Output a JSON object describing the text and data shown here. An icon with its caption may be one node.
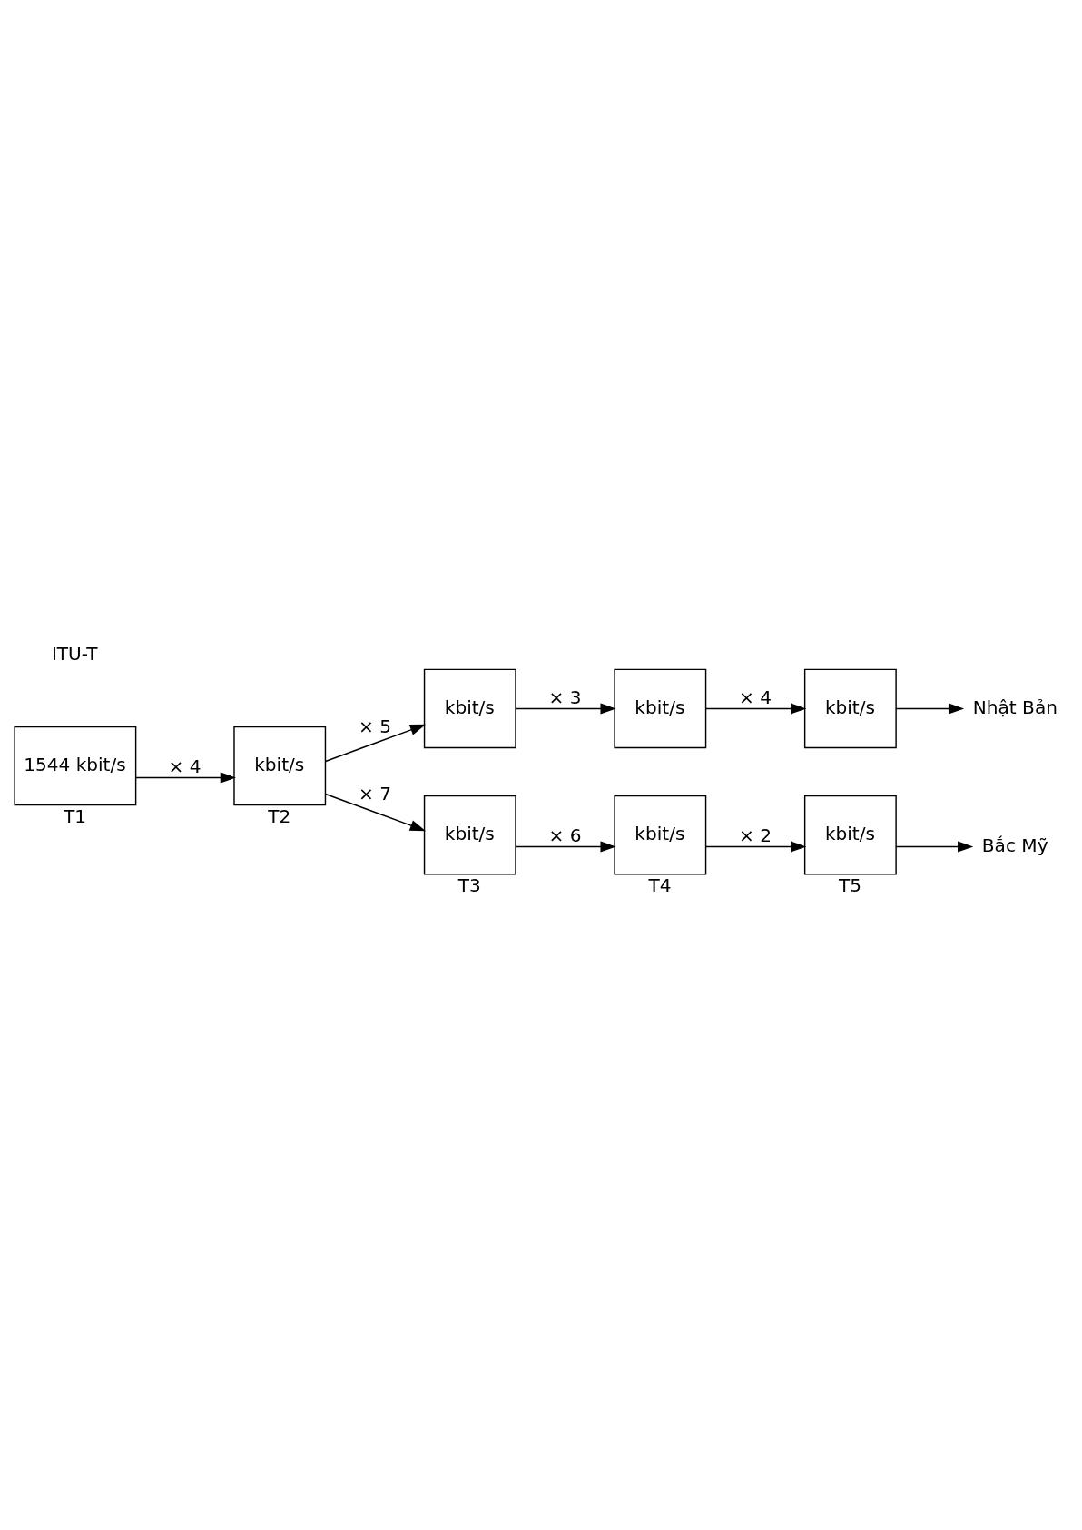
{
  "diagram": {
    "nodes": [
      {
        "text": [
          "1544 kbit/s"
        ],
        "beside": [
          "T1"
        ]
      },
      {
        "text": [
          "kbit/s"
        ],
        "beside": [
          "T2"
        ]
      },
      {
        "text": [
          "kbit/s"
        ]
      },
      {
        "text": [
          "kbit/s"
        ]
      },
      {
        "text": [
          "kbit/s"
        ]
      },
      {
        "text": [
          "Nhật Bản"
        ]
      },
      {
        "text": [
          "kbit/s"
        ],
        "beside": [
          "T3"
        ]
      },
      {
        "text": [
          "kbit/s"
        ],
        "beside": [
          "T4"
        ]
      },
      {
        "text": [
          "kbit/s"
        ],
        "beside": [
          "T5"
        ]
      },
      {
        "text": [
          "Bắc Mỹ"
        ]
      }
    ],
    "edges": [
      {
        "from": 0,
        "to": 1,
        "arrow": "to",
        "label": "× 4"
      },
      {
        "from": 1,
        "to": 2,
        "arrow": "to",
        "label": "× 5"
      },
      {
        "from": 1,
        "to": 6,
        "arrow": "to",
        "label": "× 7"
      },
      {
        "from": 2,
        "to": 3,
        "arrow": "to",
        "label": "× 3"
      },
      {
        "from": 3,
        "to": 4,
        "arrow": "to",
        "label": "× 4"
      },
      {
        "from": 4,
        "to": 5,
        "arrow": "to"
      },
      {
        "from": 6,
        "to": 7,
        "arrow": "to",
        "label": "× 6"
      },
      {
        "from": 7,
        "to": 8,
        "arrow": "to",
        "label": "× 2"
      },
      {
        "from": 8,
        "to": 9,
        "arrow": "to"
      }
    ],
    "labels": [
      "ITU-T"
    ]
  }
}
